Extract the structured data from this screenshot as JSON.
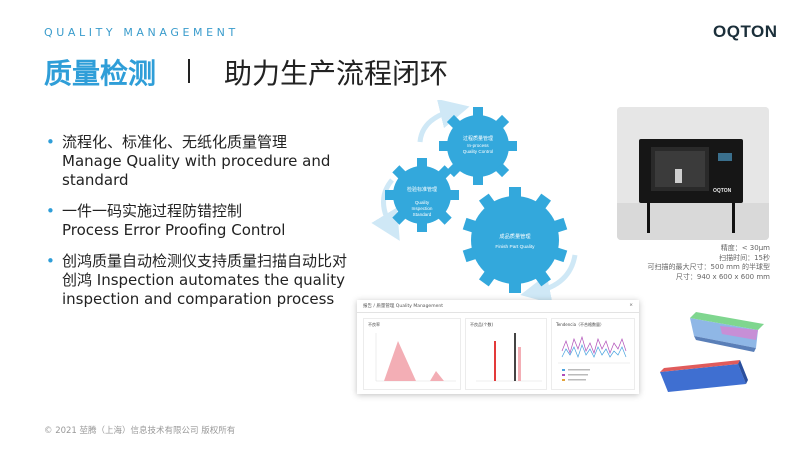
{
  "header": {
    "kicker": "QUALITY MANAGEMENT",
    "logo": "OQTON",
    "title": "质量检测",
    "subtitle": "助力生产流程闭环"
  },
  "bullets": [
    {
      "cn": "流程化、标准化、无纸化质量管理",
      "en": "Manage Quality with procedure and standard"
    },
    {
      "cn": "一件一码实施过程防错控制",
      "en": "Process Error Proofing Control"
    },
    {
      "cn": "创鸿质量自动检测仪支持质量扫描自动比对",
      "en": "创鸿 Inspection automates the quality inspection and comparation process"
    }
  ],
  "gears": {
    "top": {
      "cn": "过程质量管理",
      "en1": "In-process",
      "en2": "Quality Control"
    },
    "left": {
      "cn": "检验标准管理",
      "en1": "Quality",
      "en2": "Inspection",
      "en3": "Standard"
    },
    "right": {
      "cn": "成品质量管理",
      "en1": "Finish Part Quality"
    }
  },
  "device": {
    "brand": "OQTON"
  },
  "specs": {
    "line1": "精度：< 30μm",
    "line2": "扫描时间：15秒",
    "line3": "可扫描的最大尺寸：500 mm 的半球型",
    "line4": "尺寸：940 x 600 x 600 mm"
  },
  "dashboard": {
    "title": "报告 / 质量管理 Quality Management",
    "close": "×",
    "panel1_title": "不良率",
    "panel2_title": "不良品(个数)",
    "panel3_title": "Tendencia（不合格数量）"
  },
  "colors": {
    "accent": "#2f9ed8",
    "gear": "#33a8dc",
    "arrow": "#cfe8f6"
  },
  "footer": {
    "copyright": "© 2021 堃腾（上海）信息技术有限公司 版权所有"
  }
}
